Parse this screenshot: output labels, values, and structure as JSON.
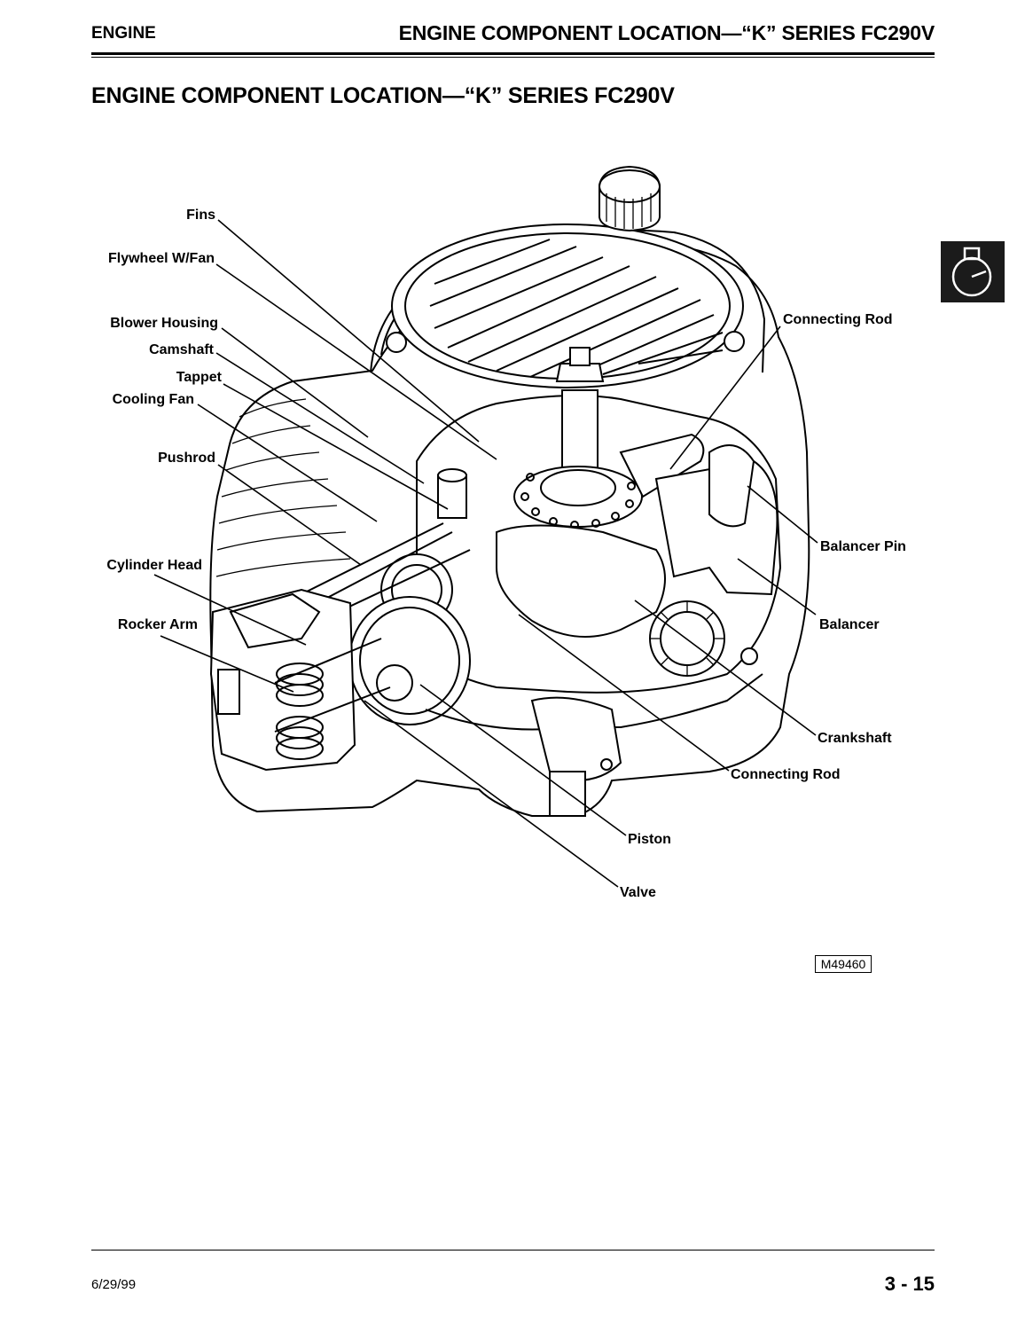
{
  "header": {
    "section": "ENGINE",
    "running_title": "ENGINE COMPONENT LOCATION—“K” SERIES FC290V"
  },
  "page_title": "ENGINE COMPONENT LOCATION—“K” SERIES FC290V",
  "tab_icon": "engine-section-icon",
  "diagram": {
    "labels": {
      "fins": "Fins",
      "flywheel": "Flywheel W/Fan",
      "blower_housing": "Blower Housing",
      "camshaft": "Camshaft",
      "tappet": "Tappet",
      "cooling_fan": "Cooling Fan",
      "pushrod": "Pushrod",
      "cylinder_head": "Cylinder Head",
      "rocker_arm": "Rocker Arm",
      "connecting_rod_top": "Connecting Rod",
      "balancer_pin": "Balancer Pin",
      "balancer": "Balancer",
      "crankshaft": "Crankshaft",
      "connecting_rod_bottom": "Connecting Rod",
      "piston": "Piston",
      "valve": "Valve"
    },
    "figure_ref": "M49460"
  },
  "footer": {
    "date": "6/29/99",
    "page": "3 - 15"
  }
}
